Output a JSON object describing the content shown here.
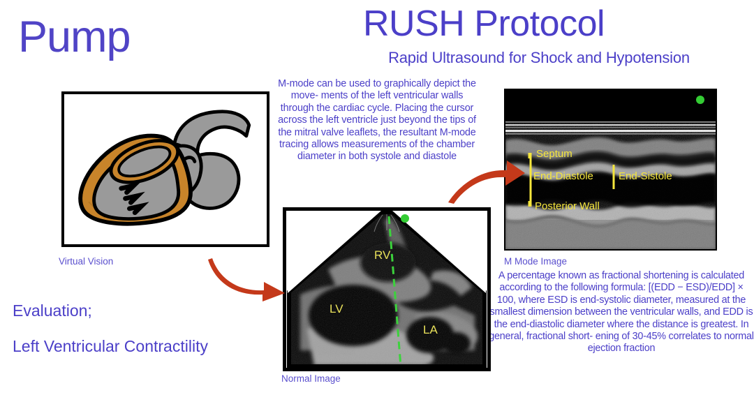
{
  "slide": {
    "section_title": "Pump",
    "title": "RUSH Protocol",
    "subtitle": "Rapid Ultrasound for Shock and Hypotension"
  },
  "left": {
    "evaluation_label": "Evaluation;",
    "evaluation_topic": "Left Ventricular Contractility"
  },
  "paragraphs": {
    "mmode_explanation": "M-mode can be used to graphically depict the move- ments of the left ventricular walls through the cardiac cycle. Placing the cursor across the left ventricle just beyond the tips of the mitral valve leaflets, the resultant M-mode tracing allows measurements of the chamber diameter in both systole and diastole",
    "fractional_shortening": "A percentage known as fractional shortening is calculated according to the following formula: [(EDD − ESD)/EDD] × 100, where ESD is end-systolic diameter, measured at the smallest dimension between the ventricular walls, and EDD is the end-diastolic diameter where the distance is greatest. In general, fractional short- ening of 30-45% correlates to normal ejection fraction"
  },
  "figures": {
    "virtual_vision": {
      "caption": "Virtual Vision",
      "myocardium_color": "#c8842a",
      "chamber_color": "#9a9a9a",
      "outline_color": "#000000"
    },
    "normal_image": {
      "caption": "Normal Image",
      "labels": [
        "RV",
        "LV",
        "LA"
      ],
      "label_color": "#e8e05a",
      "cursor_color": "#3cd23c",
      "marker_color": "#34cc34"
    },
    "m_mode_image": {
      "caption": "M Mode Image",
      "labels": [
        "Septum",
        "End-Diastole",
        "End-Sistole",
        "Posterior Wall"
      ],
      "label_color": "#f5e63c",
      "marker_color": "#34cc34",
      "background_color": "#000000"
    }
  },
  "arrows": {
    "heart_to_normal": "curved-arrow-right",
    "normal_to_mmode": "curved-arrow-right",
    "color": "#c4391a"
  },
  "theme": {
    "text_purple": "#4b3fc8",
    "accent_orange": "#c4391a",
    "highlight_yellow": "#f5e63c",
    "background": "#ffffff"
  }
}
